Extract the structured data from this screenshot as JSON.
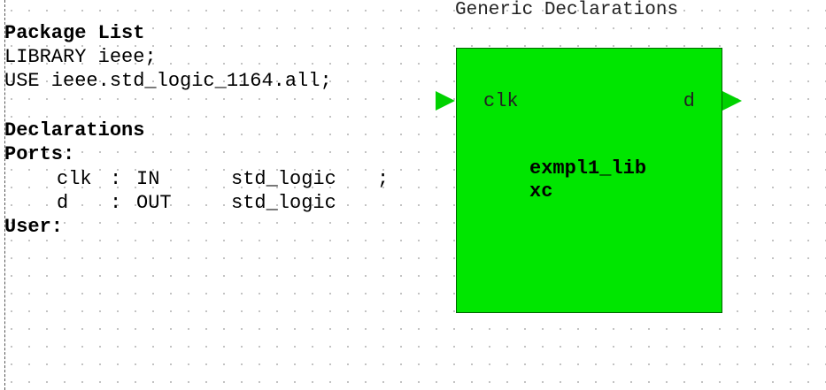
{
  "package_list": {
    "title": "Package List",
    "lines": [
      "LIBRARY ieee;",
      "USE ieee.std_logic_1164.all;"
    ]
  },
  "declarations": {
    "title": "Declarations",
    "ports_title": "Ports:",
    "ports": [
      {
        "name": "clk",
        "sep": ":",
        "mode": "IN",
        "type": "std_logic",
        "end": ";"
      },
      {
        "name": "d",
        "sep": ":",
        "mode": "OUT",
        "type": "std_logic",
        "end": ""
      }
    ],
    "user_title": "User:"
  },
  "symbol": {
    "generic_title": "Generic Declarations",
    "library": "exmpl1_lib",
    "cell": "xc",
    "input_port": "clk",
    "output_port": "d",
    "fill_color": "#00e600",
    "pin_color": "#00d200"
  }
}
